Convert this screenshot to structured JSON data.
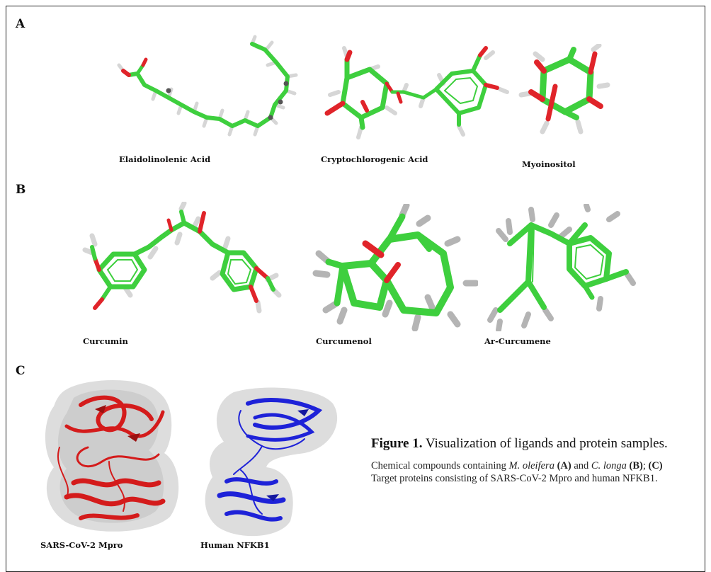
{
  "panels": {
    "a": {
      "letter": "A",
      "molecules": [
        "Elaidolinolenic Acid",
        "Cryptochlorogenic Acid",
        "Myoinositol"
      ]
    },
    "b": {
      "letter": "B",
      "molecules": [
        "Curcumin",
        "Curcumenol",
        "Ar-Curcumene"
      ]
    },
    "c": {
      "letter": "C",
      "proteins": [
        "SARS-CoV-2 Mpro",
        "Human NFKB1"
      ]
    }
  },
  "caption": {
    "label": "Figure 1.",
    "title": "Visualization of ligands and protein samples.",
    "body": {
      "t1": "Chemical compounds containing ",
      "s1": "M. oleifera",
      "b1": "(A)",
      "t2": " and ",
      "s2": "C. longa",
      "b2": "(B)",
      "t3": "; ",
      "b3": "(C)",
      "t4": " Target proteins consisting of SARS-CoV-2 Mpro and human NFKB1."
    }
  },
  "colors": {
    "carbon": "#3ecf3e",
    "oxygen": "#e0242a",
    "hydrogen": "#d8d8d8",
    "mpro": "#d41b1b",
    "nfkb1": "#1e22d8",
    "surface": "#cfcfcf"
  }
}
